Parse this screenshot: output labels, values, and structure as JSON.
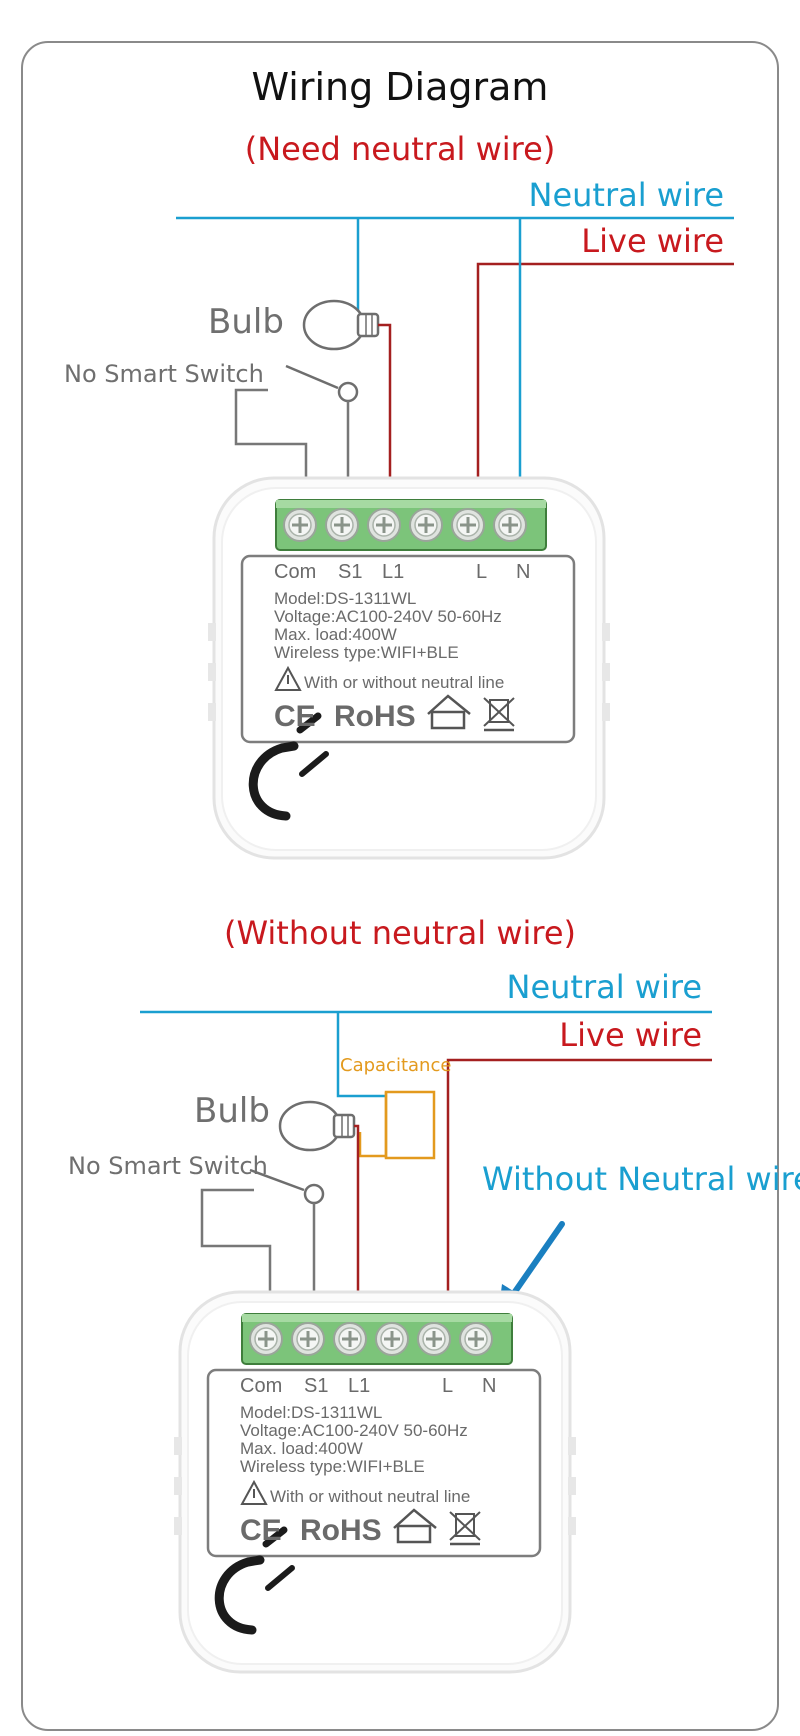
{
  "title": "Wiring Diagram",
  "colors": {
    "neutral": "#1a9fd0",
    "live": "#c8191e",
    "capacitance": "#e39a1e",
    "terminal_green": "#8ecf8a"
  },
  "diagram_top": {
    "heading": "(Need neutral wire)",
    "neutral_label": "Neutral wire",
    "live_label": "Live wire",
    "bulb_label": "Bulb",
    "switch_label": "No Smart Switch"
  },
  "diagram_bottom": {
    "heading": "(Without neutral wire)",
    "neutral_label": "Neutral wire",
    "live_label": "Live wire",
    "capacitance_label": "Capacitance",
    "bulb_label": "Bulb",
    "switch_label": "No Smart Switch",
    "callout": "Without Neutral wire"
  },
  "device": {
    "terminals": [
      "Com",
      "S1",
      "L1",
      "L",
      "N"
    ],
    "model": "Model:DS-1311WL",
    "voltage": "Voltage:AC100-240V 50-60Hz",
    "max_load": "Max. load:400W",
    "wireless": "Wireless type:WIFI+BLE",
    "neutral_note": "With or without neutral line",
    "cert_ce": "CE",
    "cert_rohs": "RoHS",
    "icons": [
      "warning-icon",
      "house-icon",
      "weee-bin-icon"
    ]
  }
}
